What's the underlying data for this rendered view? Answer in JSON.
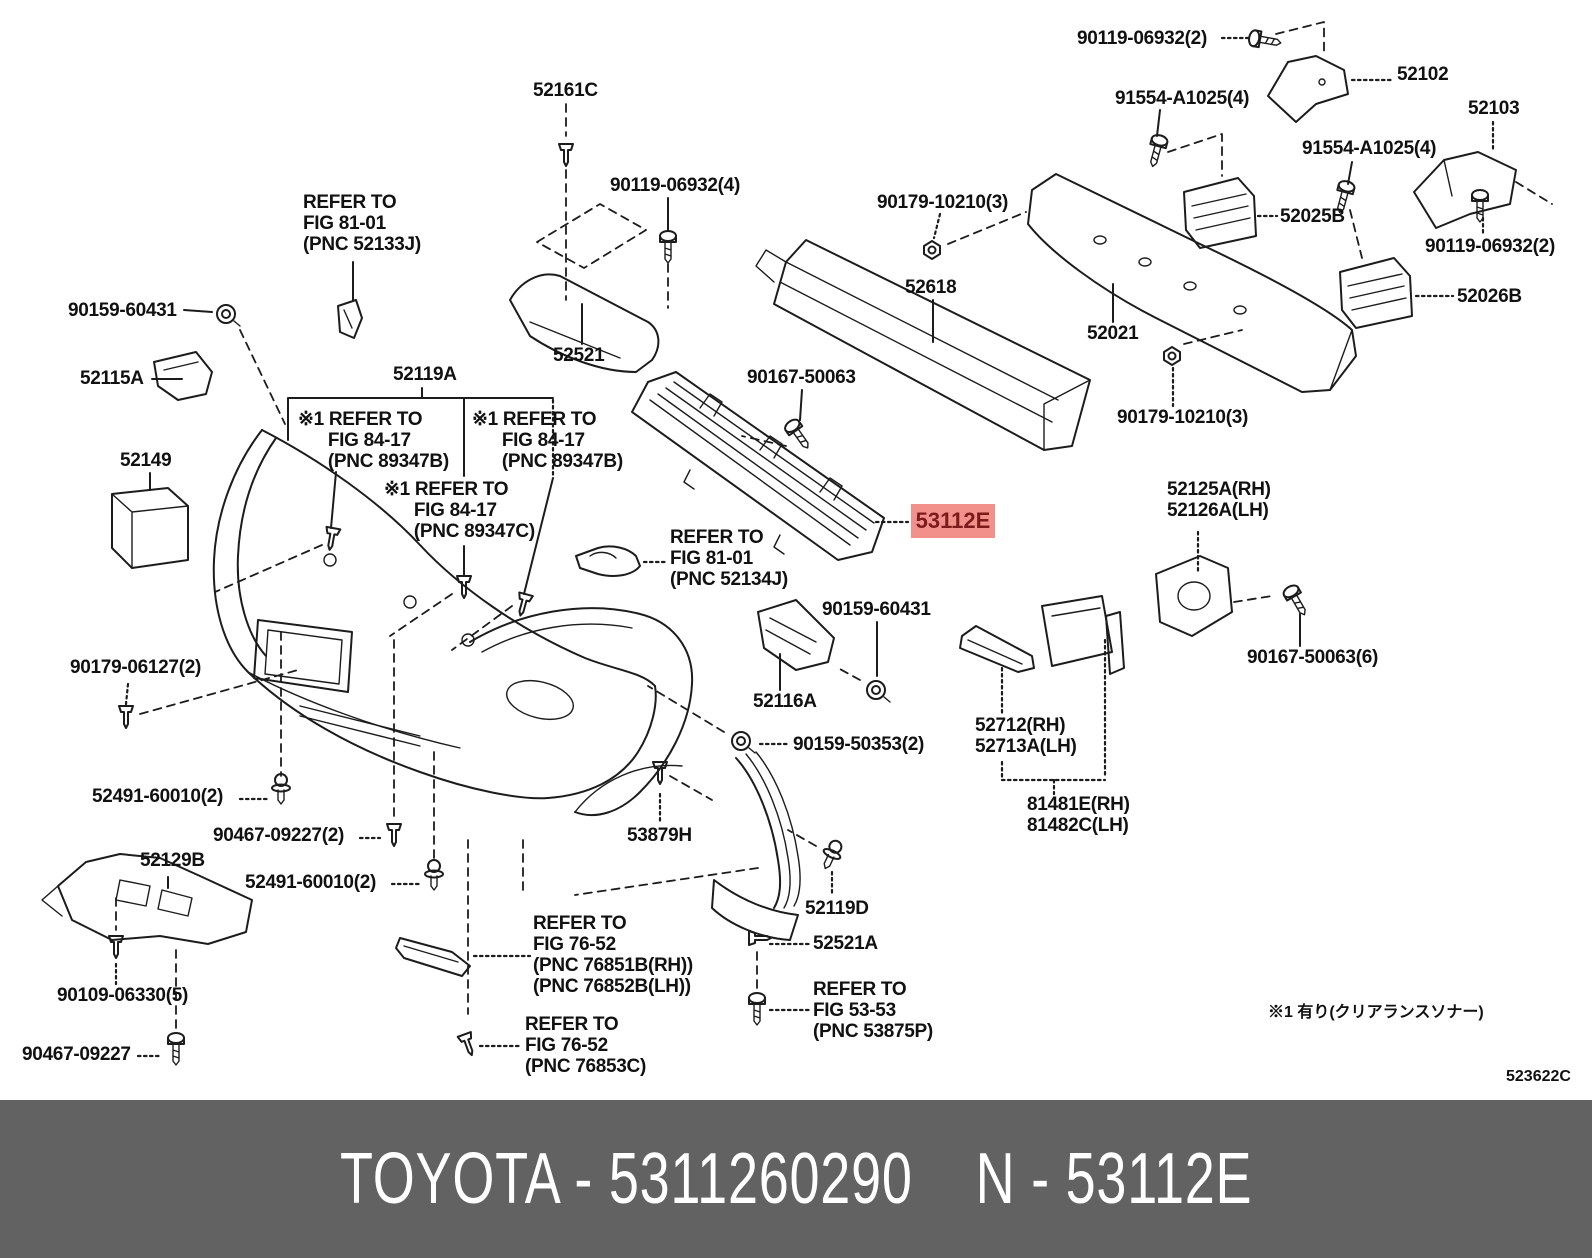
{
  "banner": {
    "text": "TOYOTA - 5311260290    N - 53112E"
  },
  "diagram_code": "523622C",
  "footnote": "※1 有り(クリアランスソナー)",
  "highlight": {
    "part_no": "53112E"
  },
  "colors": {
    "highlight_bg": "#f2918c",
    "highlight_fg": "#7b1b1a",
    "banner_bg": "#626262",
    "line": "#1c1c1c"
  },
  "callouts": [
    {
      "text": "90119-06932(2)"
    },
    {
      "text": "52102"
    },
    {
      "text": "91554-A1025(4)"
    },
    {
      "text": "52103"
    },
    {
      "text": "91554-A1025(4)"
    },
    {
      "text": "90179-10210(3)"
    },
    {
      "text": "52025B"
    },
    {
      "text": "90119-06932(2)"
    },
    {
      "text": "52026B"
    },
    {
      "text": "52618"
    },
    {
      "text": "52021"
    },
    {
      "text": "90179-10210(3)"
    },
    {
      "text": "52161C"
    },
    {
      "text": "90119-06932(4)"
    },
    {
      "text": "REFER TO\nFIG 81-01\n(PNC 52133J)"
    },
    {
      "text": "52521"
    },
    {
      "text": "90159-60431"
    },
    {
      "text": "52115A"
    },
    {
      "text": "52119A"
    },
    {
      "text": "52149"
    },
    {
      "text": "※1 REFER TO\n      FIG 84-17\n      (PNC 89347B)"
    },
    {
      "text": "※1 REFER TO\n      FIG 84-17\n      (PNC 89347B)"
    },
    {
      "text": "※1 REFER TO\n      FIG 84-17\n      (PNC 89347C)"
    },
    {
      "text": "90167-50063"
    },
    {
      "text": "REFER TO\nFIG 81-01\n(PNC 52134J)"
    },
    {
      "text": "52125A(RH)\n52126A(LH)"
    },
    {
      "text": "90159-60431"
    },
    {
      "text": "52116A"
    },
    {
      "text": "90167-50063(6)"
    },
    {
      "text": "90159-50353(2)"
    },
    {
      "text": "52712(RH)\n52713A(LH)"
    },
    {
      "text": "81481E(RH)\n81482C(LH)"
    },
    {
      "text": "90179-06127(2)"
    },
    {
      "text": "52491-60010(2)"
    },
    {
      "text": "90467-09227(2)"
    },
    {
      "text": "52129B"
    },
    {
      "text": "52491-60010(2)"
    },
    {
      "text": "53879H"
    },
    {
      "text": "52119D"
    },
    {
      "text": "52521A"
    },
    {
      "text": "90109-06330(5)"
    },
    {
      "text": "90467-09227"
    },
    {
      "text": "REFER TO\nFIG 76-52\n(PNC 76851B(RH))\n(PNC 76852B(LH))"
    },
    {
      "text": "REFER TO\nFIG 76-52\n(PNC 76853C)"
    },
    {
      "text": "REFER TO\nFIG 53-53\n(PNC 53875P)"
    }
  ]
}
